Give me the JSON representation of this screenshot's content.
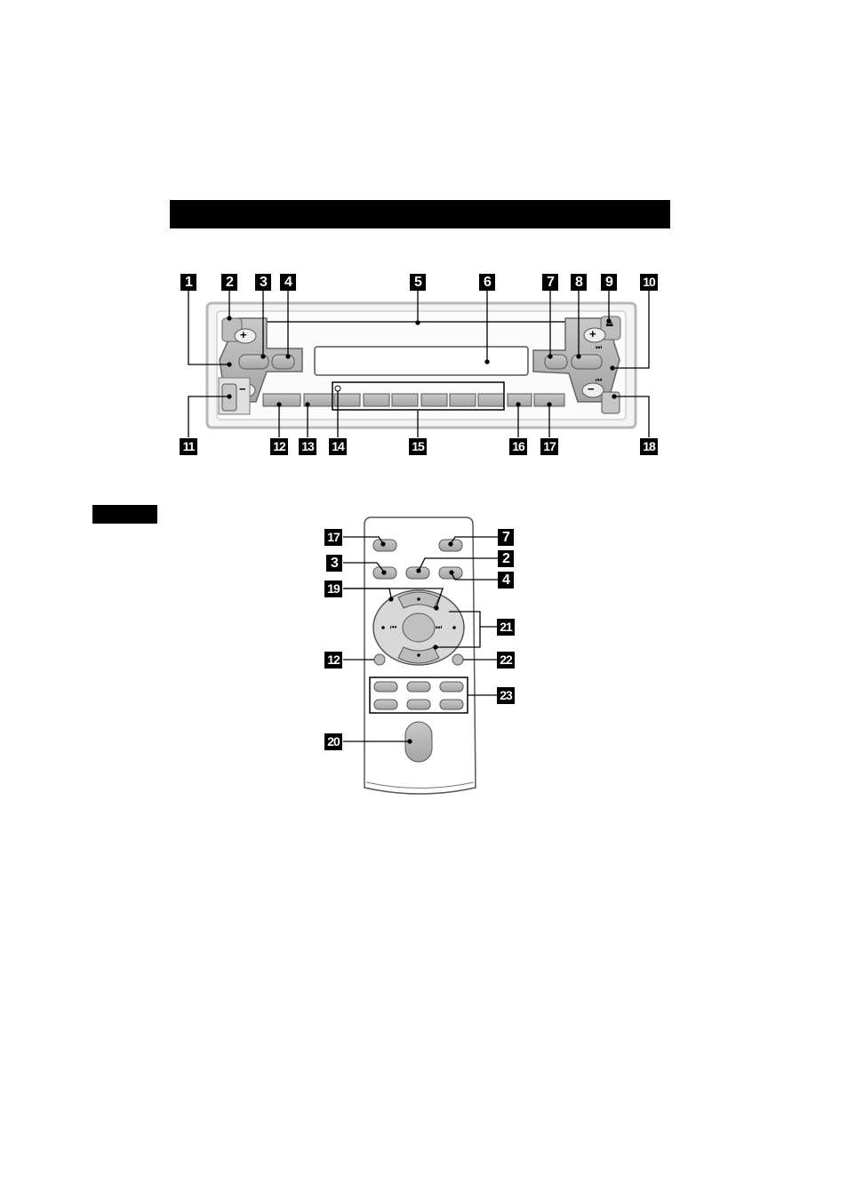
{
  "header": {
    "title": ""
  },
  "remote_tab": {
    "label": ""
  },
  "unit_panel": {
    "plus_left": "+",
    "minus_left": "−",
    "plus_right": "+",
    "minus_right": "−",
    "seek_fwd": "⏭",
    "seek_back": "⏮",
    "eject": "⏏"
  },
  "remote": {
    "prev_track": "⏮",
    "next_track": "⏭"
  },
  "callouts": {
    "c1": "1",
    "c2": "2",
    "c3": "3",
    "c4": "4",
    "c5": "5",
    "c6": "6",
    "c7": "7",
    "c8": "8",
    "c9": "9",
    "c10": "10",
    "c11": "11",
    "c12": "12",
    "c13": "13",
    "c14": "14",
    "c15": "15",
    "c16": "16",
    "c17": "17",
    "c18": "18",
    "r17": "17",
    "r7": "7",
    "r3": "3",
    "r2": "2",
    "r19": "19",
    "r4": "4",
    "r21": "21",
    "r12": "12",
    "r22": "22",
    "r23": "23",
    "r20": "20"
  }
}
